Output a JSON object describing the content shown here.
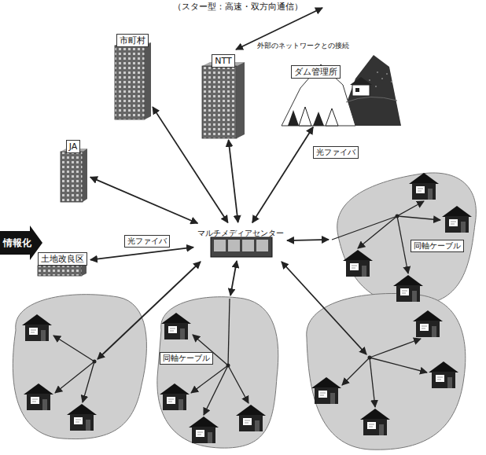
{
  "diagram": {
    "title": "（スター型：高速・双方向通信）",
    "nodes": [
      {
        "text": [
          "NTT"
        ]
      },
      {
        "text": [
          "市町村"
        ]
      },
      {
        "text": [
          "JA"
        ]
      },
      {
        "text": [
          "ダム管理所"
        ]
      },
      {
        "text": [
          "マルチメディアセンター"
        ]
      },
      {
        "text": [
          "土地改良区"
        ]
      },
      {
        "text": [
          "同軸ケーブル"
        ]
      },
      {
        "text": [
          "同軸ケーブル"
        ]
      }
    ],
    "edges": [
      {
        "from": 4,
        "to": 0,
        "arrow": "both"
      },
      {
        "from": 4,
        "to": 1,
        "arrow": "both"
      },
      {
        "from": 4,
        "to": 2,
        "arrow": "both"
      },
      {
        "from": 4,
        "to": 3,
        "label": "光ファイバ",
        "arrow": "both"
      },
      {
        "from": 4,
        "to": 5,
        "label": "光ファイバ",
        "arrow": "both"
      },
      {
        "from": 4,
        "to": 6,
        "arrow": "both"
      },
      {
        "from": 4,
        "to": 7,
        "arrow": "both"
      }
    ],
    "labels": [
      "外部のネットワークとの接続",
      "情報化"
    ]
  }
}
